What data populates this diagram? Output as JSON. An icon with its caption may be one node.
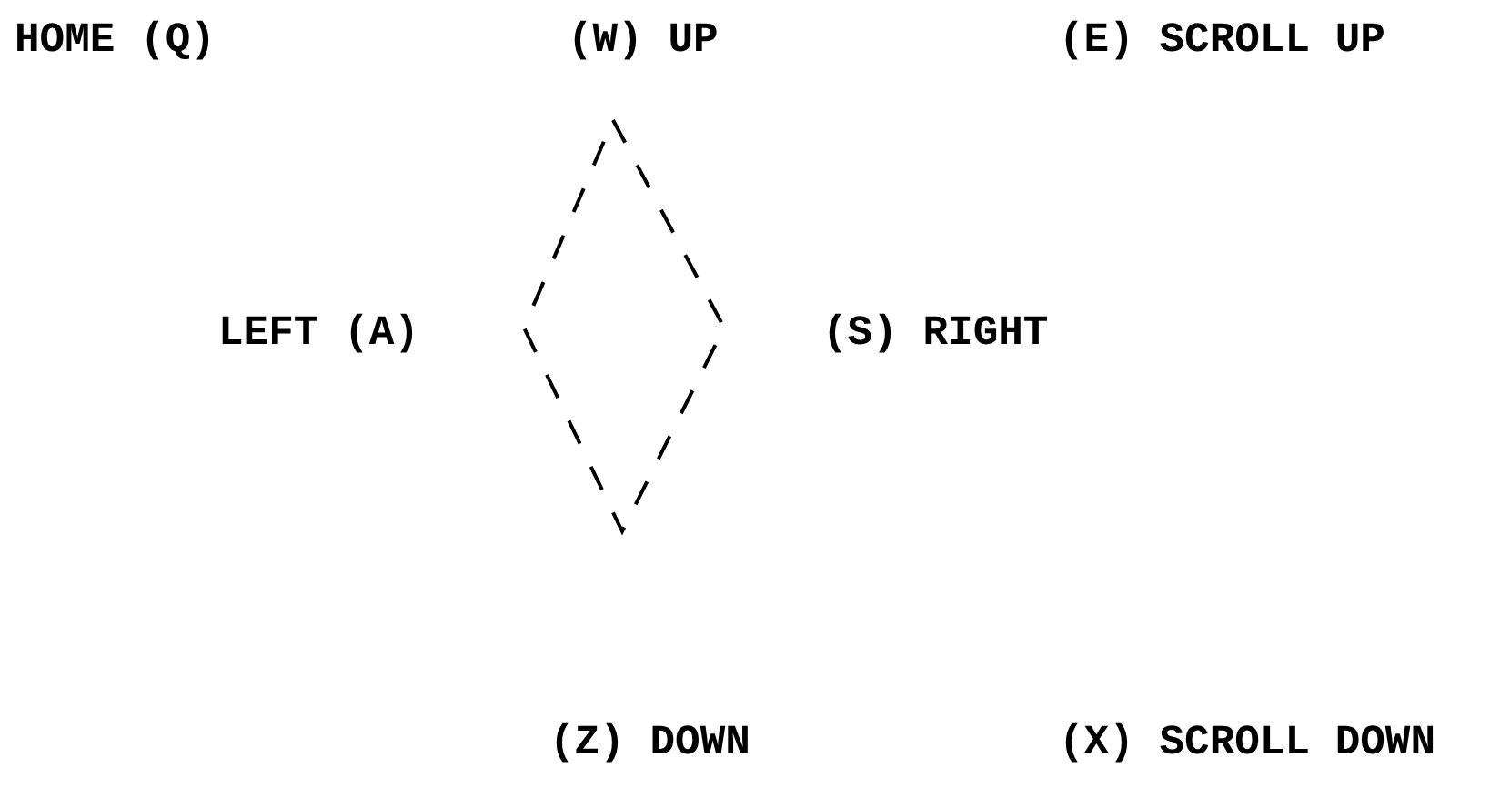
{
  "diagram": {
    "labels": [
      "HOME (Q)",
      "(W) UP",
      "(E) SCROLL UP",
      "LEFT (A)",
      "(S) RIGHT",
      "(Z) DOWN",
      "(X) SCROLL DOWN"
    ]
  }
}
